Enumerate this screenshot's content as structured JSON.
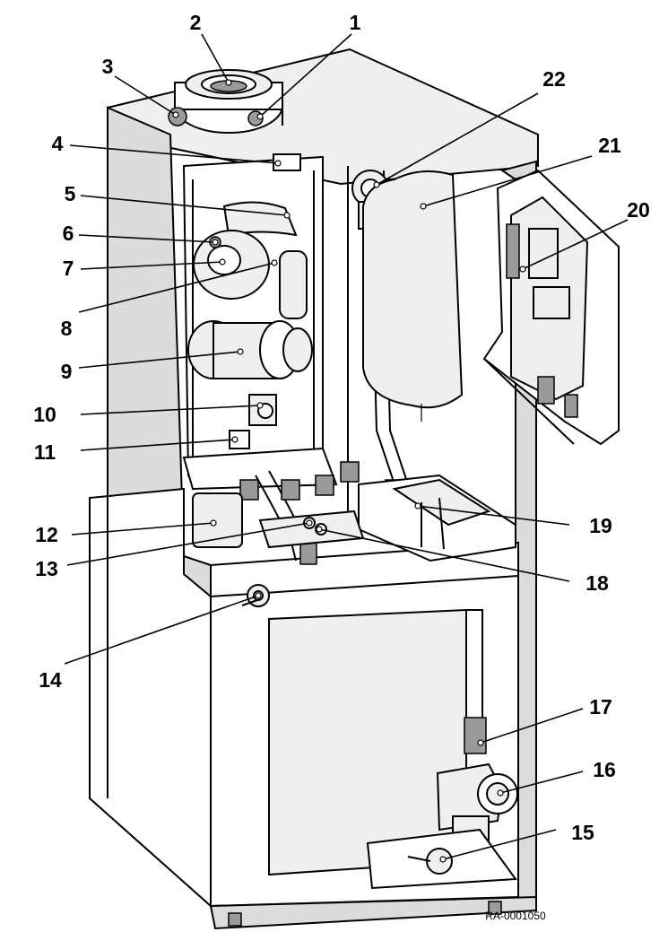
{
  "labels": [
    {
      "number": "1"
    },
    {
      "number": "2"
    },
    {
      "number": "3"
    },
    {
      "number": "4"
    },
    {
      "number": "5"
    },
    {
      "number": "6"
    },
    {
      "number": "7"
    },
    {
      "number": "8"
    },
    {
      "number": "9"
    },
    {
      "number": "10"
    },
    {
      "number": "11"
    },
    {
      "number": "12"
    },
    {
      "number": "13"
    },
    {
      "number": "14"
    },
    {
      "number": "15"
    },
    {
      "number": "16"
    },
    {
      "number": "17"
    },
    {
      "number": "18"
    },
    {
      "number": "19"
    },
    {
      "number": "20"
    },
    {
      "number": "21"
    },
    {
      "number": "22"
    }
  ],
  "drawing_code": "RA-0001050"
}
